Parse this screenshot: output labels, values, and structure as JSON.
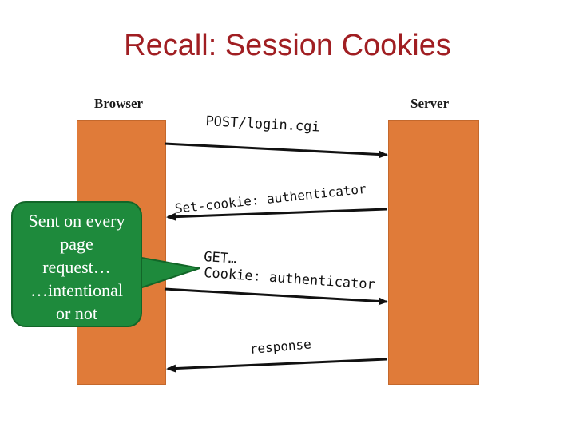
{
  "title": "Recall: Session Cookies",
  "browser_label": "Browser",
  "server_label": "Server",
  "messages": {
    "post": "POST/login.cgi",
    "set_cookie": "Set-cookie: authenticator",
    "get_line1": "GET…",
    "get_line2": "Cookie: authenticator",
    "response": "response"
  },
  "callout": {
    "lines": [
      "Sent on every",
      "page",
      "request…",
      "…intentional",
      "or not"
    ]
  },
  "colors": {
    "title": "#a01e22",
    "lane": "#e07b39",
    "callout": "#1e8a3c"
  }
}
